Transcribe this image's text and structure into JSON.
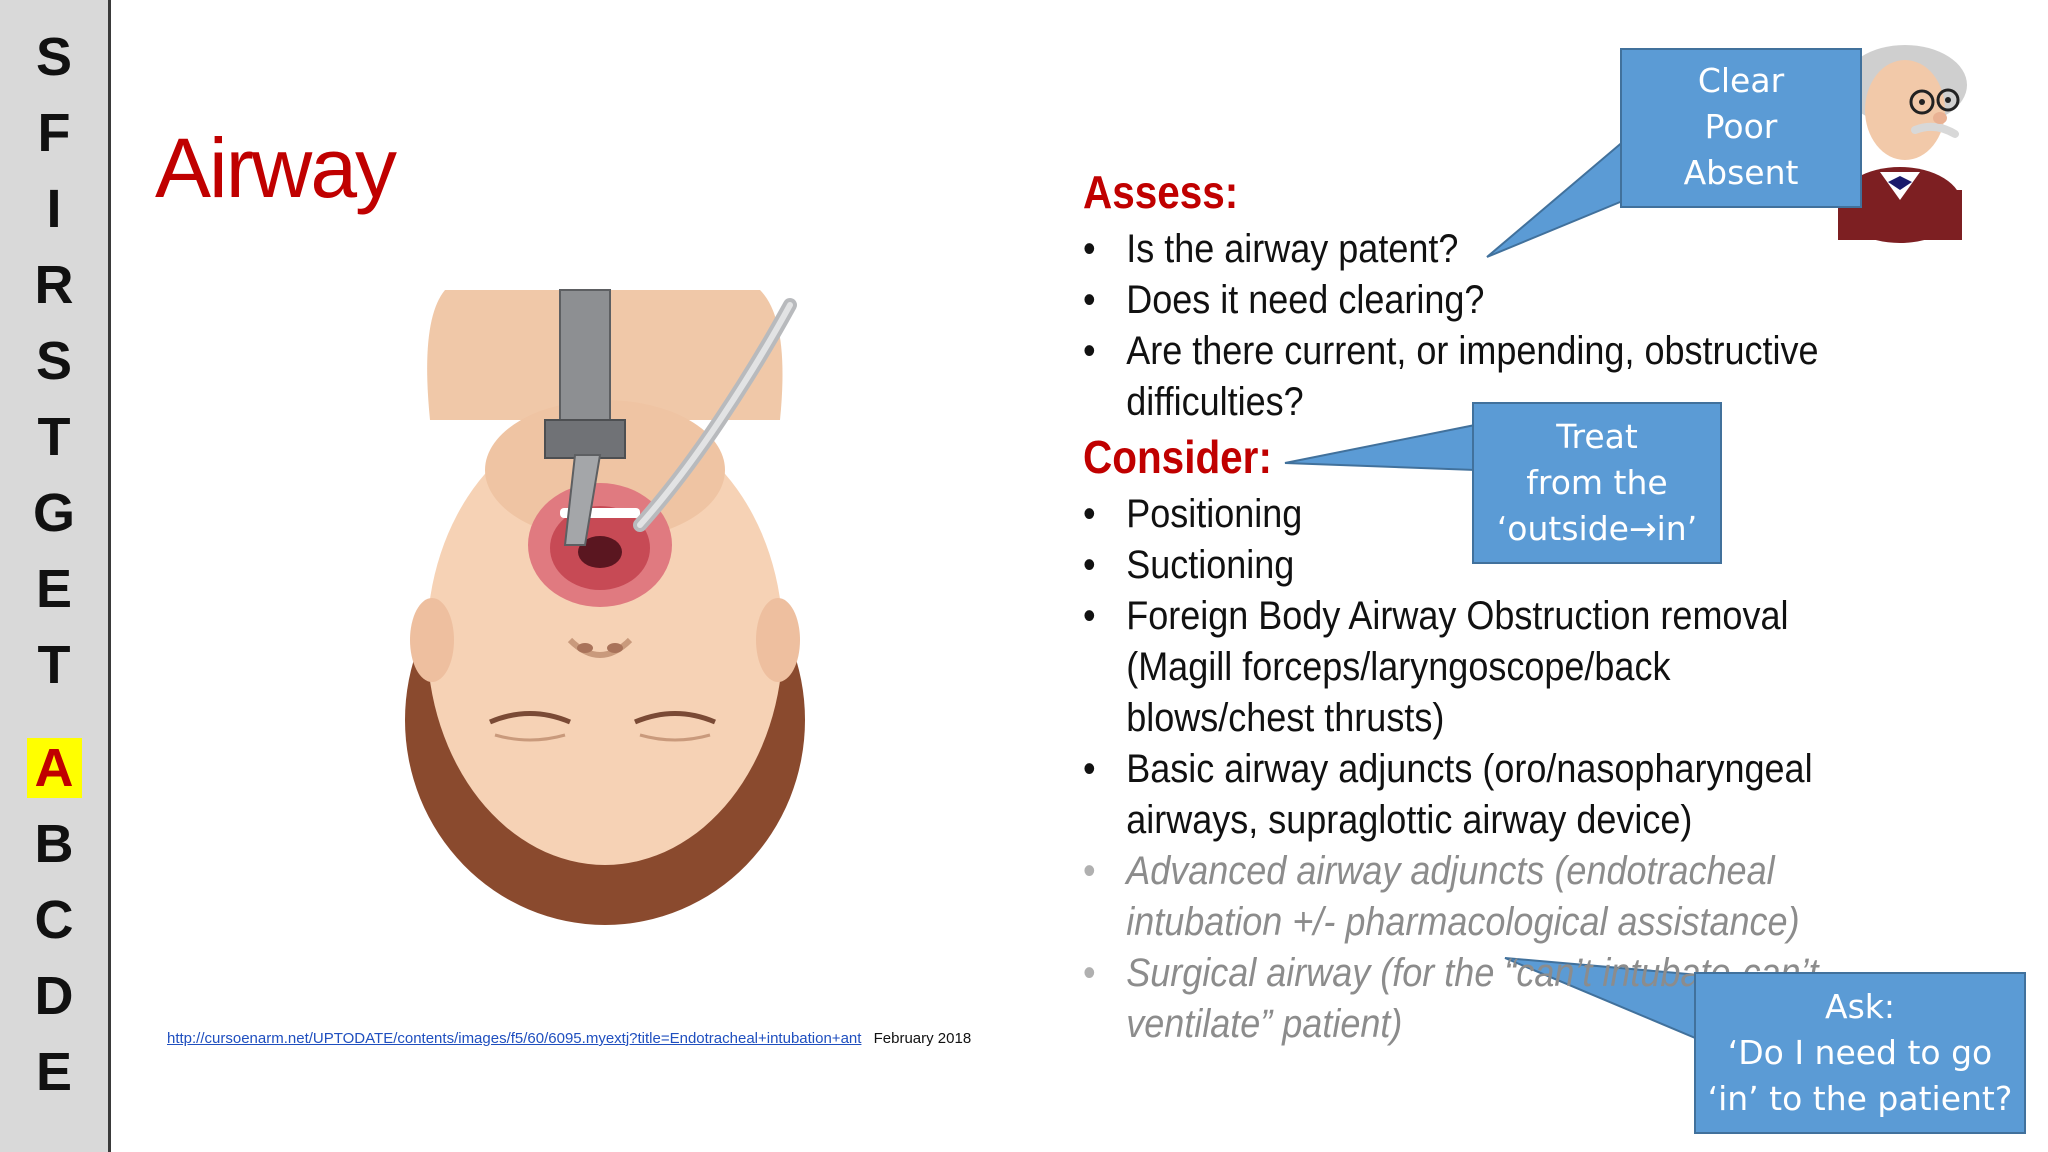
{
  "sidebar": {
    "letters": [
      "S",
      "F",
      "I",
      "R",
      "S",
      "T",
      "G",
      "E",
      "T",
      "A",
      "B",
      "C",
      "D",
      "E"
    ],
    "active_letter": "A"
  },
  "slide": {
    "title": "Airway"
  },
  "assess": {
    "heading": "Assess:",
    "items": [
      "Is the airway patent?",
      "Does it need clearing?",
      "Are there current, or impending, obstructive difficulties?"
    ]
  },
  "consider": {
    "heading": "Consider:",
    "items": [
      "Positioning",
      "Suctioning",
      "Foreign Body Airway Obstruction removal (Magill forceps/laryngoscope/back blows/chest thrusts)",
      "Basic airway adjuncts (oro/nasopharyngeal airways, supraglottic airway device)"
    ],
    "muted_items": [
      "Advanced airway adjuncts (endotracheal intubation +/- pharmacological assistance)",
      "Surgical airway (for the “can’t intubate-can’t ventilate” patient)"
    ]
  },
  "callouts": {
    "assess_status": [
      "Clear",
      "Poor",
      "Absent"
    ],
    "treat": [
      "Treat",
      "from the",
      "‘outside→in’"
    ],
    "ask": [
      "Ask:",
      "‘Do I need to go",
      "‘in’ to the patient?"
    ]
  },
  "credit": {
    "url": "http://cursoenarm.net/UPTODATE/contents/images/f5/60/6095.myextj?title=Endotracheal+intubation+ant",
    "date": "February 2018"
  },
  "colors": {
    "accent_red": "#c00000",
    "callout_blue": "#5b9bd5",
    "highlight_yellow": "#ffff00",
    "sidebar_gray": "#d9d9d9"
  },
  "icons": {
    "illustration": "intubation-illustration",
    "mascot": "professor-icon"
  }
}
